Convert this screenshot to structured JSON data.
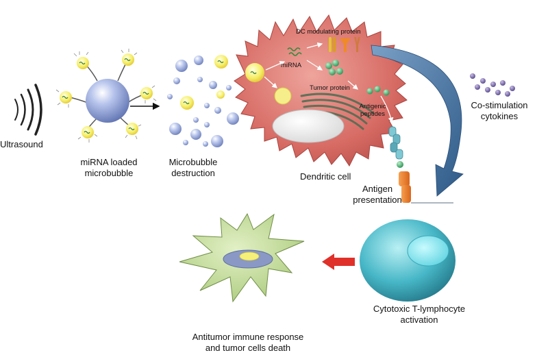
{
  "diagram": {
    "labels": {
      "ultrasound": "Ultrasound",
      "mb_line1": "miRNA loaded",
      "mb_line2": "microbubble",
      "md_line1": "Microbubble",
      "md_line2": "destruction",
      "dc_protein": "DC modulating protein",
      "mirna": "miRNA",
      "tumor_protein": "Tumor protein",
      "ag_line1": "Antigenic",
      "ag_line2": "peptides",
      "dendritic": "Dendritic cell",
      "ap_line1": "Antigen",
      "ap_line2": "presentation",
      "cs_line1": "Co-stimulation",
      "cs_line2": "cytokines",
      "ctl_line1": "Cytotoxic T-lymphocyte",
      "ctl_line2": "activation",
      "anti_line1": "Antitumor immune response",
      "anti_line2": "and tumor cells death"
    },
    "colors": {
      "dendritic_cell": "#d9706a",
      "microbubble": "#8fa3d8",
      "tcell": "#3fb8c8",
      "tumor_cell": "#b8d68a",
      "cytokine": "#6a5a9a",
      "peptide": "#3aa86a",
      "arrow_red": "#e0302a",
      "arrow_blue": "#3d6fa0"
    }
  }
}
